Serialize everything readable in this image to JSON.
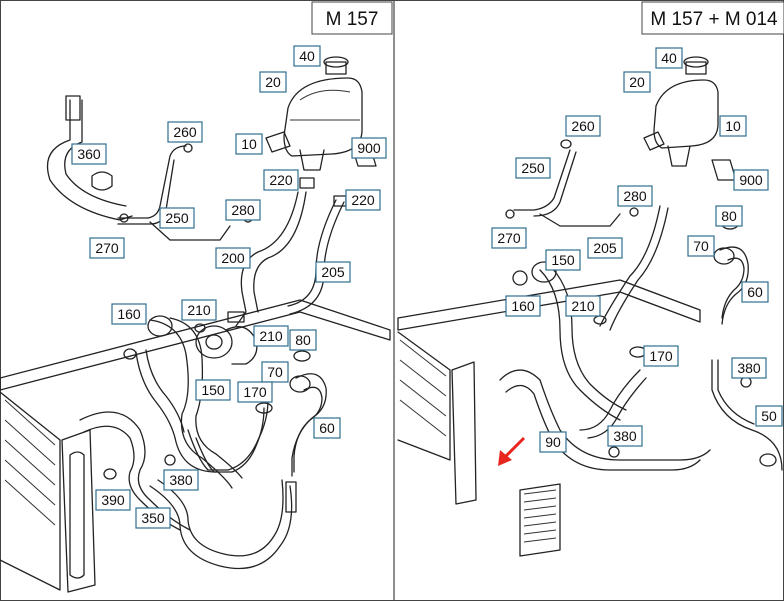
{
  "colors": {
    "callout_border": "#2f6f8f",
    "line": "#222222",
    "arrow": "#e8251f",
    "background": "#ffffff"
  },
  "panels": [
    {
      "title": "M 157",
      "callouts": [
        "40",
        "20",
        "10",
        "900",
        "260",
        "220",
        "220",
        "200",
        "205",
        "360",
        "250",
        "280",
        "270",
        "160",
        "210",
        "210",
        "80",
        "70",
        "150",
        "170",
        "60",
        "390",
        "380",
        "350"
      ]
    },
    {
      "title": "M 157 + M 014",
      "callouts": [
        "40",
        "20",
        "10",
        "260",
        "900",
        "250",
        "280",
        "205",
        "270",
        "150",
        "160",
        "210",
        "170",
        "80",
        "70",
        "60",
        "380",
        "50",
        "90",
        "380"
      ]
    }
  ]
}
